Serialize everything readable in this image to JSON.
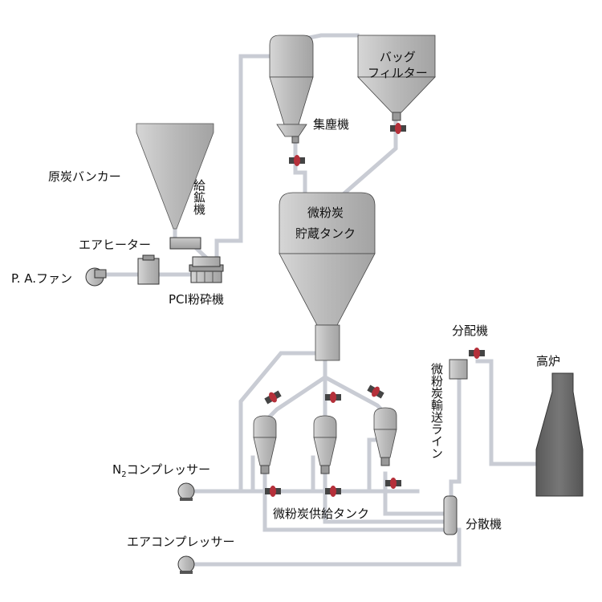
{
  "labels": {
    "bag_filter": "バッグ\nフィルター",
    "dust_collector": "集塵機",
    "raw_coal_bunker": "原炭バンカー",
    "feeder": "給鉱機",
    "air_heater": "エアヒーター",
    "pa_fan": "P. A.ファン",
    "pci_mill": "PCI粉砕機",
    "storage_tank_1": "微粉炭",
    "storage_tank_2": "貯蔵タンク",
    "distributor": "分配機",
    "blast_furnace": "高炉",
    "transport_line": "微粉炭輸送ライン",
    "n2_compressor_prefix": "N",
    "n2_compressor_sub": "2",
    "n2_compressor_suffix": "コンプレッサー",
    "supply_tank": "微粉炭供給タンク",
    "disperser": "分散機",
    "air_compressor": "エアコンプレッサー"
  },
  "colors": {
    "equipment": "#b8b8b8",
    "equipment_dark": "#8c8c8c",
    "furnace": "#666666",
    "pipe": "#c9ccd4",
    "valve_red": "#b5303a",
    "outline": "#333333"
  }
}
